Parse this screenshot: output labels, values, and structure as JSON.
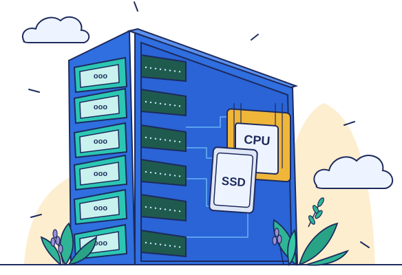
{
  "illustration": {
    "cpu_label": "CPU",
    "ssd_label": "SSD",
    "drive_bay_indicator": "ooo",
    "drive_bay_count": 6,
    "rack_slot_count": 6
  },
  "colors": {
    "outline": "#1d2a5c",
    "case_blue": "#2f6fe0",
    "case_dark": "#1e4fb8",
    "drive_teal": "#2cc7b4",
    "drive_face": "#c9f2ee",
    "rack_green": "#1f5a4e",
    "cpu_gold": "#f0b63a",
    "ssd_face": "#dfe7f7",
    "cloud": "#eef4ff",
    "blob": "#fdeecf",
    "leaf": "#2fb596",
    "lavender": "#9b8fd6"
  }
}
